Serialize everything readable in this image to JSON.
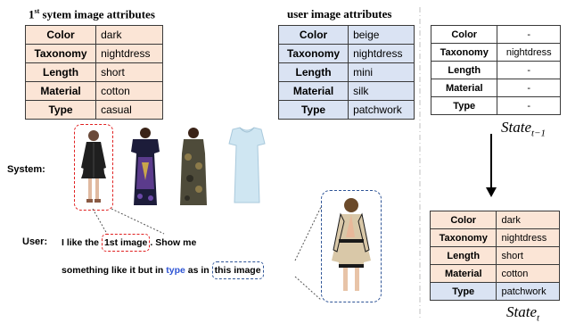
{
  "system_heading": {
    "prefix": "1",
    "sup": "st",
    "rest": " sytem image attributes"
  },
  "user_heading": "user image attributes",
  "system_table": [
    {
      "key": "Color",
      "value": "dark"
    },
    {
      "key": "Taxonomy",
      "value": "nightdress"
    },
    {
      "key": "Length",
      "value": "short"
    },
    {
      "key": "Material",
      "value": "cotton"
    },
    {
      "key": "Type",
      "value": "casual"
    }
  ],
  "user_table": [
    {
      "key": "Color",
      "value": "beige"
    },
    {
      "key": "Taxonomy",
      "value": "nightdress"
    },
    {
      "key": "Length",
      "value": "mini"
    },
    {
      "key": "Material",
      "value": "silk"
    },
    {
      "key": "Type",
      "value": "patchwork"
    }
  ],
  "state_prev_table": [
    {
      "key": "Color",
      "value": "-"
    },
    {
      "key": "Taxonomy",
      "value": "nightdress"
    },
    {
      "key": "Length",
      "value": "-"
    },
    {
      "key": "Material",
      "value": "-"
    },
    {
      "key": "Type",
      "value": "-"
    }
  ],
  "state_curr_table": [
    {
      "key": "Color",
      "value": "dark"
    },
    {
      "key": "Taxonomy",
      "value": "nightdress"
    },
    {
      "key": "Length",
      "value": "short"
    },
    {
      "key": "Material",
      "value": "cotton"
    },
    {
      "key": "Type",
      "value": "patchwork"
    }
  ],
  "state_prev": {
    "base": "State",
    "sub": "t−1"
  },
  "state_curr": {
    "base": "State",
    "sub": "t"
  },
  "system_label": "System:",
  "user_label": "User:",
  "utterance": {
    "part1": "I like the ",
    "ref1": "1st image",
    "part2": ". Show me",
    "line2a": "something like it but in ",
    "keyword": "type",
    "line2b": " as in ",
    "ref2": "this image"
  },
  "colors": {
    "system_table_bg": "#fbe5d6",
    "user_table_bg": "#dae3f3",
    "highlight_red": "#e02020",
    "highlight_blue": "#2f5597",
    "keyword_blue": "#2f55d4"
  }
}
